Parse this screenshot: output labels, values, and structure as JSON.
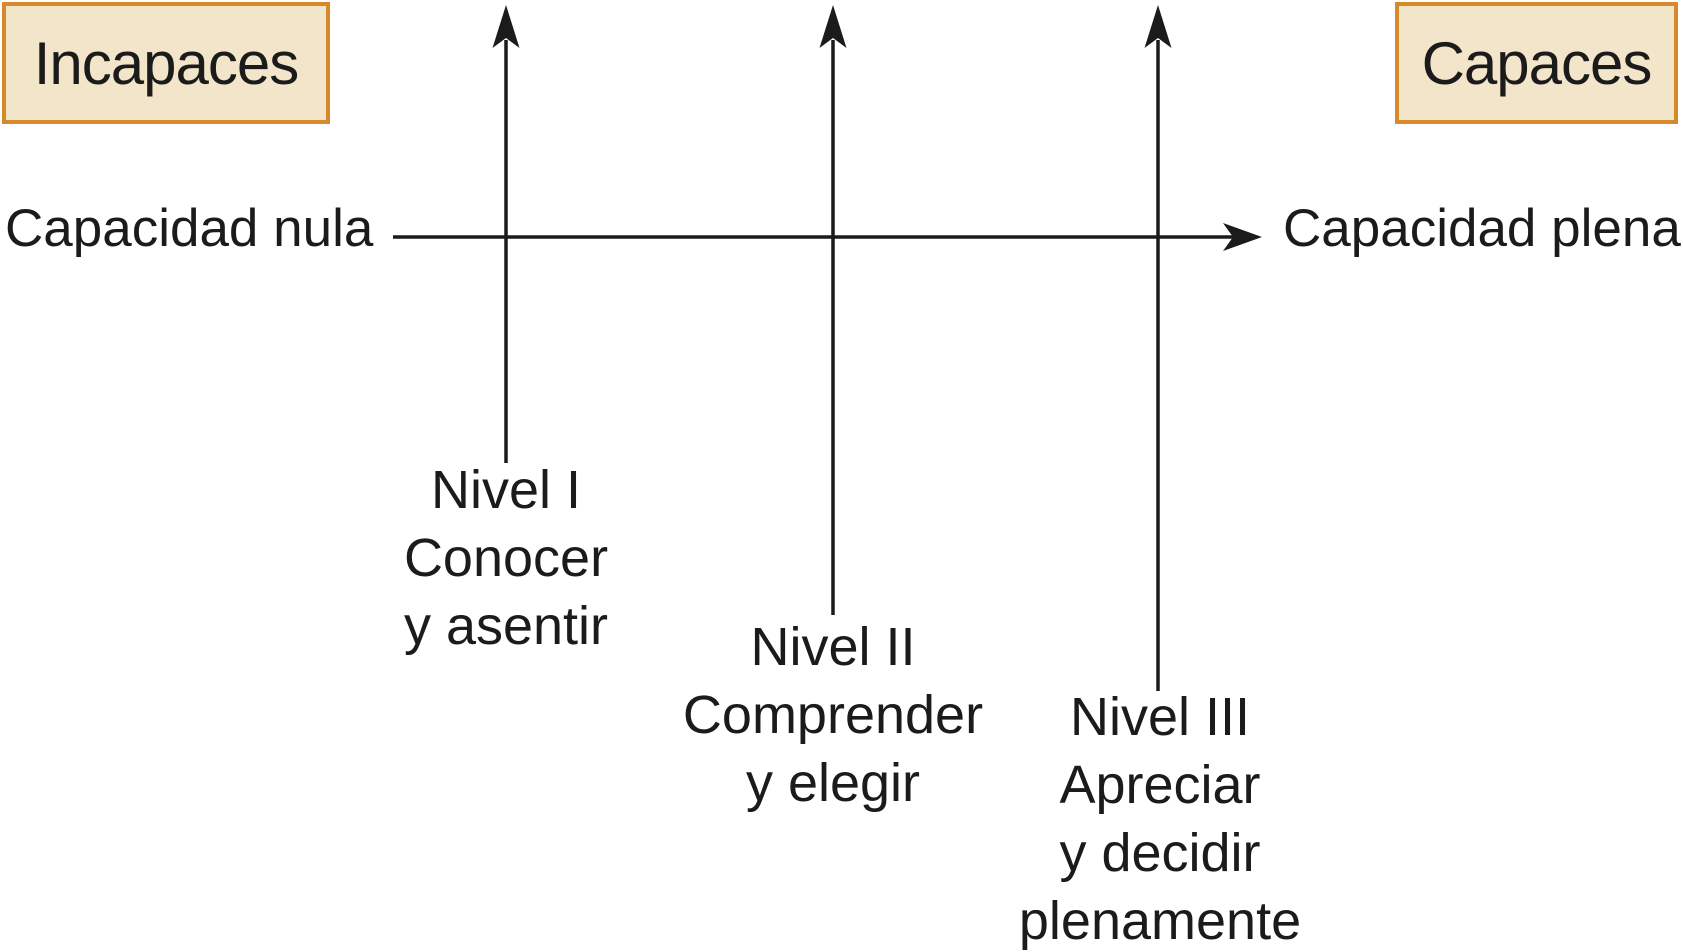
{
  "boxes": {
    "left_label": "Incapaces",
    "right_label": "Capaces"
  },
  "axis": {
    "left_label": "Capacidad nula",
    "right_label": "Capacidad plena"
  },
  "levels": [
    {
      "title": "Nivel I",
      "lines": [
        "Conocer",
        "y asentir"
      ]
    },
    {
      "title": "Nivel II",
      "lines": [
        "Comprender",
        "y elegir"
      ]
    },
    {
      "title": "Nivel III",
      "lines": [
        "Apreciar",
        "y decidir",
        "plenamente"
      ]
    }
  ],
  "colors": {
    "ink": "#1b1b1b",
    "box_fill": "#f3e5ca",
    "box_border": "#d68a2c"
  }
}
